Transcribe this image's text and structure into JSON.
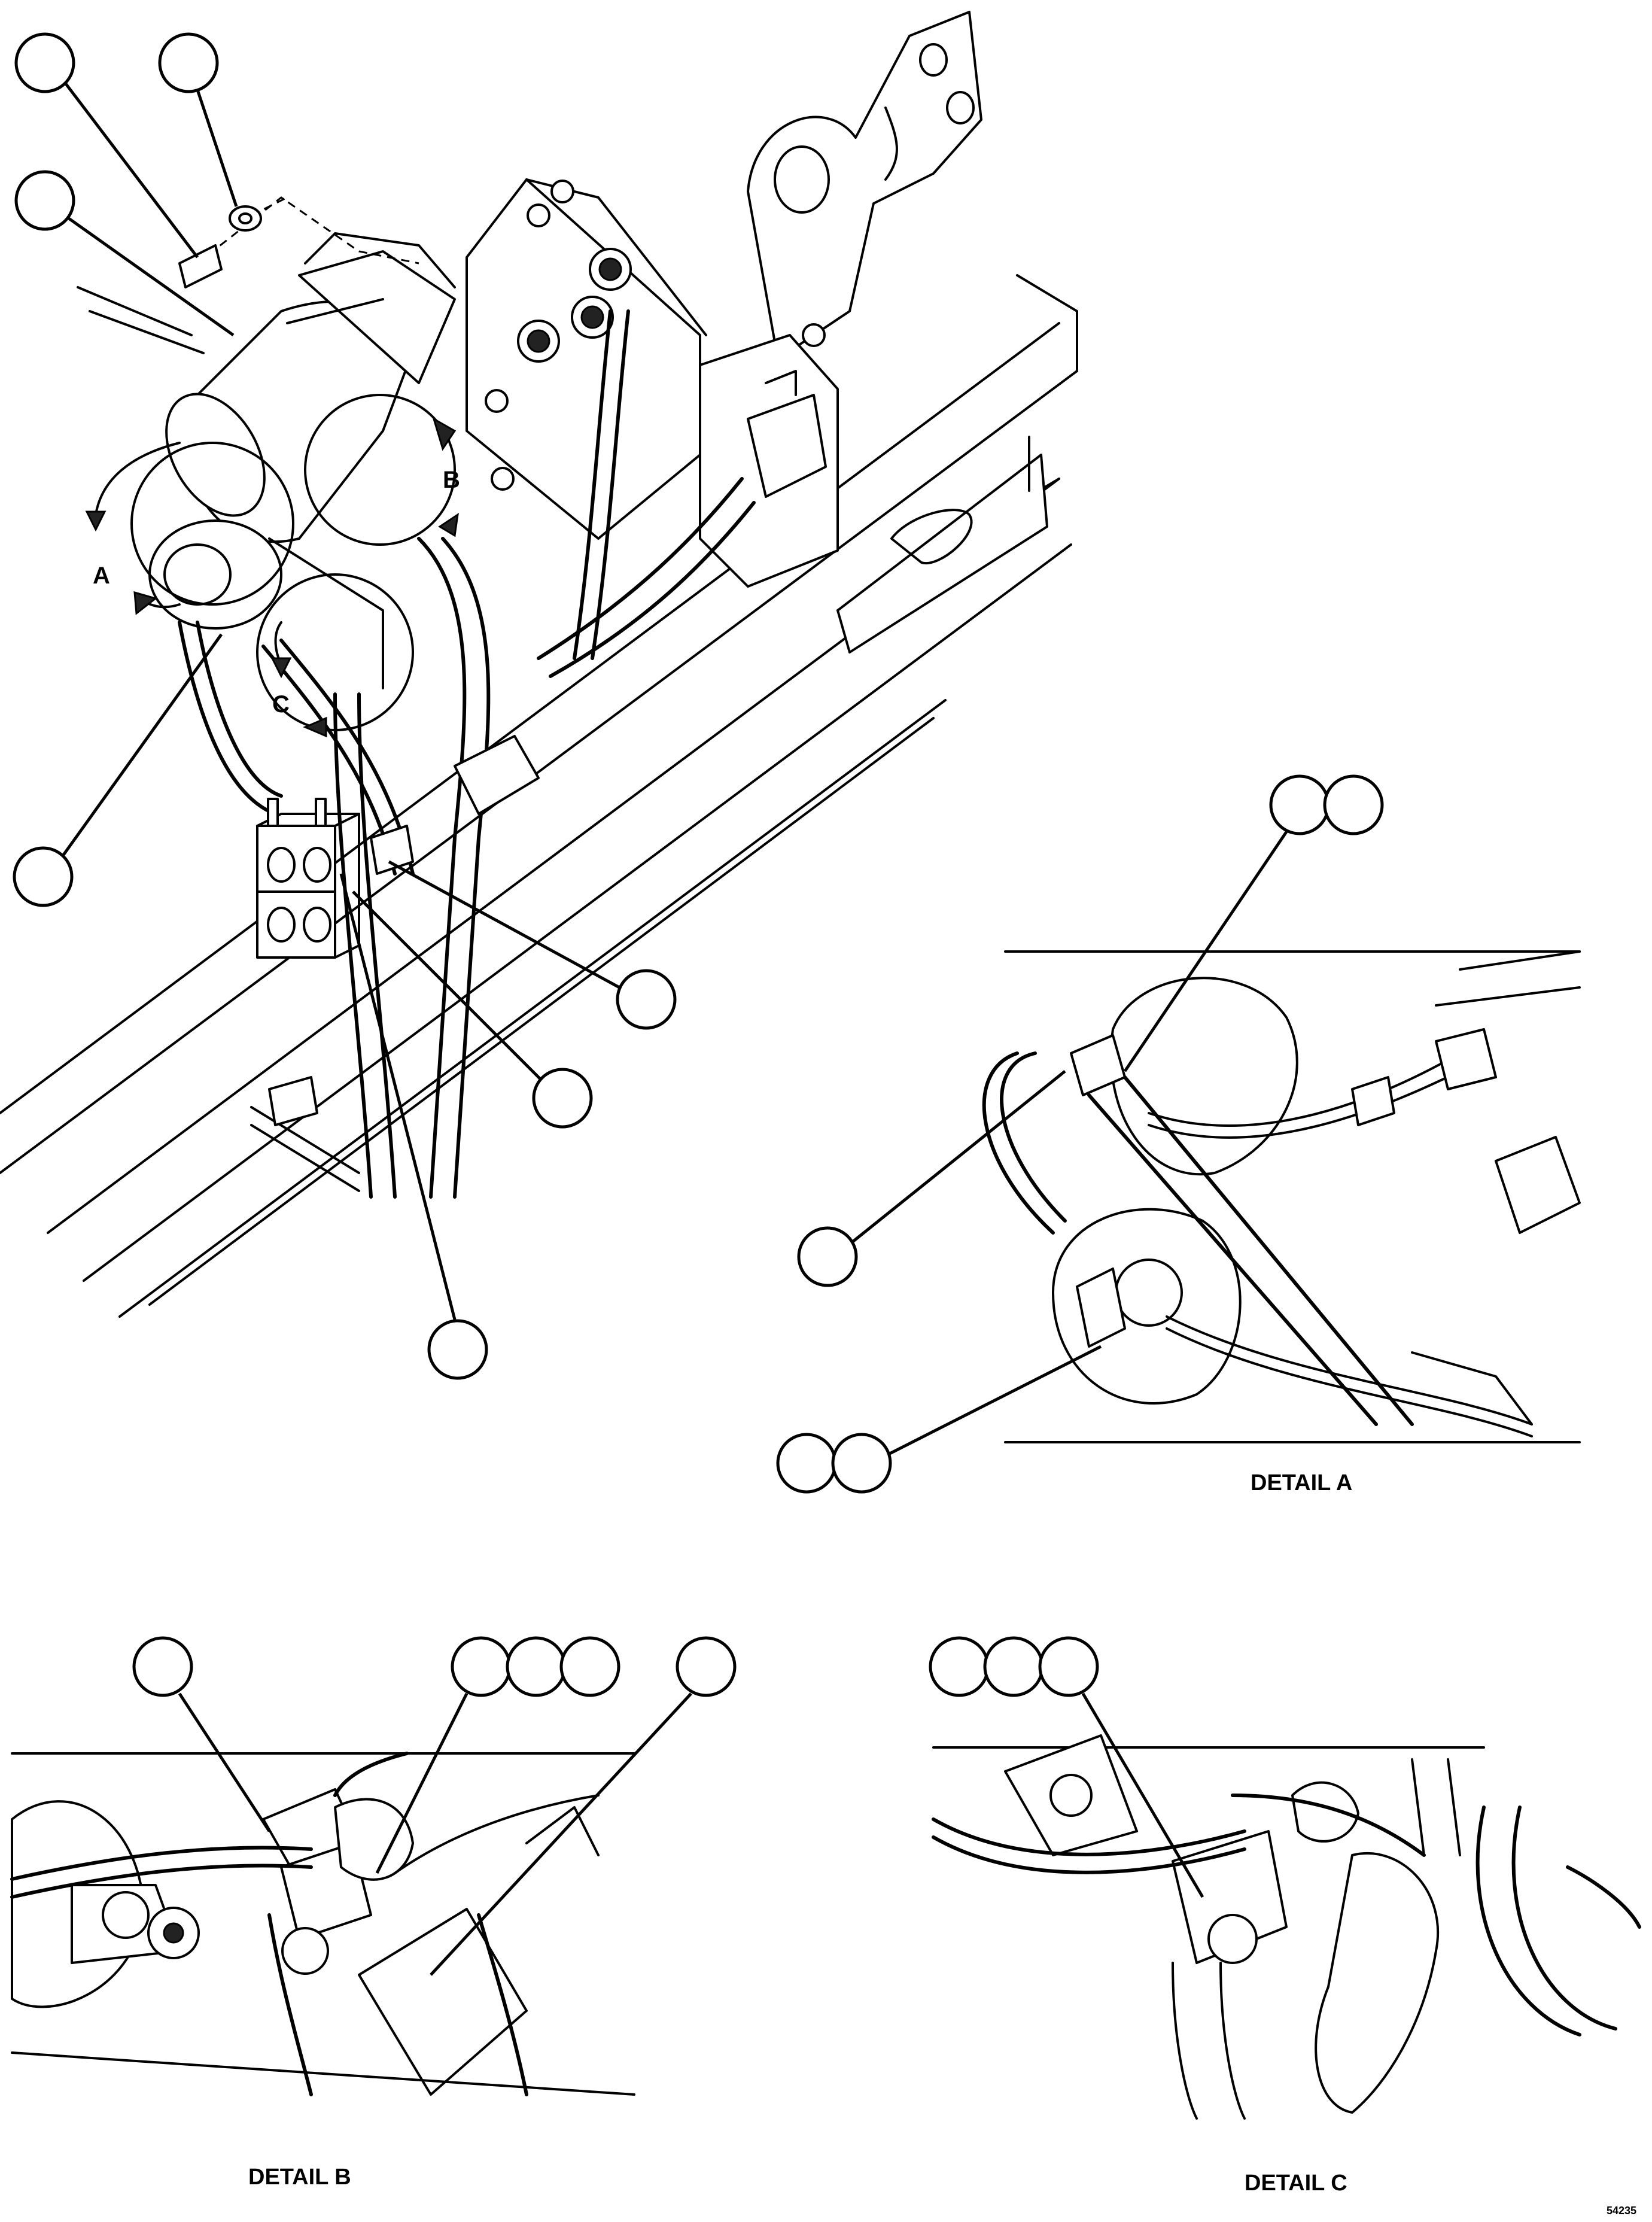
{
  "view_labels": {
    "a": "A",
    "b": "B",
    "c": "C"
  },
  "detail_titles": {
    "a": "DETAIL A",
    "b": "DETAIL B",
    "c": "DETAIL C"
  },
  "figure_code": "54235"
}
